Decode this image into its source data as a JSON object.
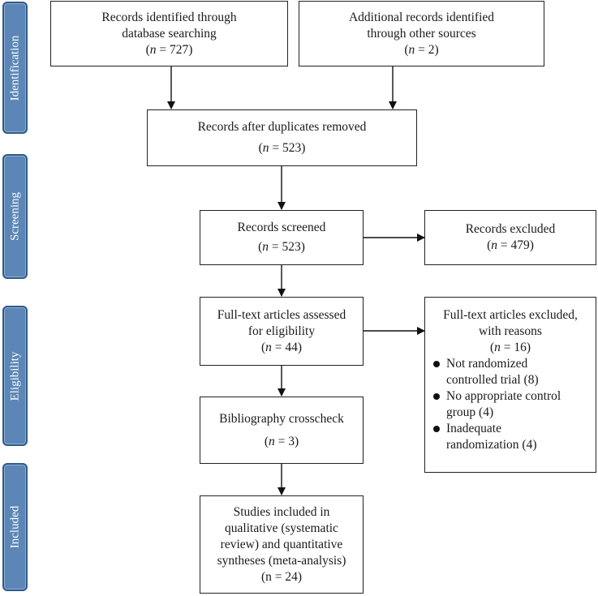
{
  "stages": [
    {
      "label": "Identification"
    },
    {
      "label": "Screening"
    },
    {
      "label": "Eligibility"
    },
    {
      "label": "Included"
    }
  ],
  "boxes": {
    "database": {
      "lines": [
        "Records identified through",
        "database searching"
      ],
      "n_prefix": "n",
      "n_value": " = 727"
    },
    "additional": {
      "lines": [
        "Additional records identified",
        "through other sources"
      ],
      "n_prefix": "n",
      "n_value": " = 2"
    },
    "duplicates": {
      "lines": [
        "Records after duplicates removed"
      ],
      "n_prefix": "n",
      "n_value": " = 523"
    },
    "screened": {
      "lines": [
        "Records screened"
      ],
      "n_prefix": "n",
      "n_value": " = 523"
    },
    "excluded": {
      "lines": [
        "Records excluded"
      ],
      "n_prefix": "n",
      "n_value": " = 479"
    },
    "fulltext": {
      "lines": [
        "Full-text articles assessed",
        "for eligibility"
      ],
      "n_prefix": "n",
      "n_value": " = 44"
    },
    "biblio": {
      "lines": [
        "Bibliography crosscheck"
      ],
      "n_prefix": "n",
      "n_value": " = 3"
    },
    "included": {
      "lines": [
        "Studies included in",
        "qualitative (systematic",
        "review) and quantitative",
        "syntheses (meta-analysis)",
        "(n = 24)"
      ]
    }
  },
  "fulltext_excluded": {
    "head": [
      "Full-text articles excluded,",
      "with reasons"
    ],
    "n_prefix": "n",
    "n_value": " = 16",
    "reasons": [
      [
        "Not randomized",
        "controlled trial (8)"
      ],
      [
        "No appropriate control",
        "group (4)"
      ],
      [
        "Inadequate",
        "randomization (4)"
      ]
    ]
  }
}
